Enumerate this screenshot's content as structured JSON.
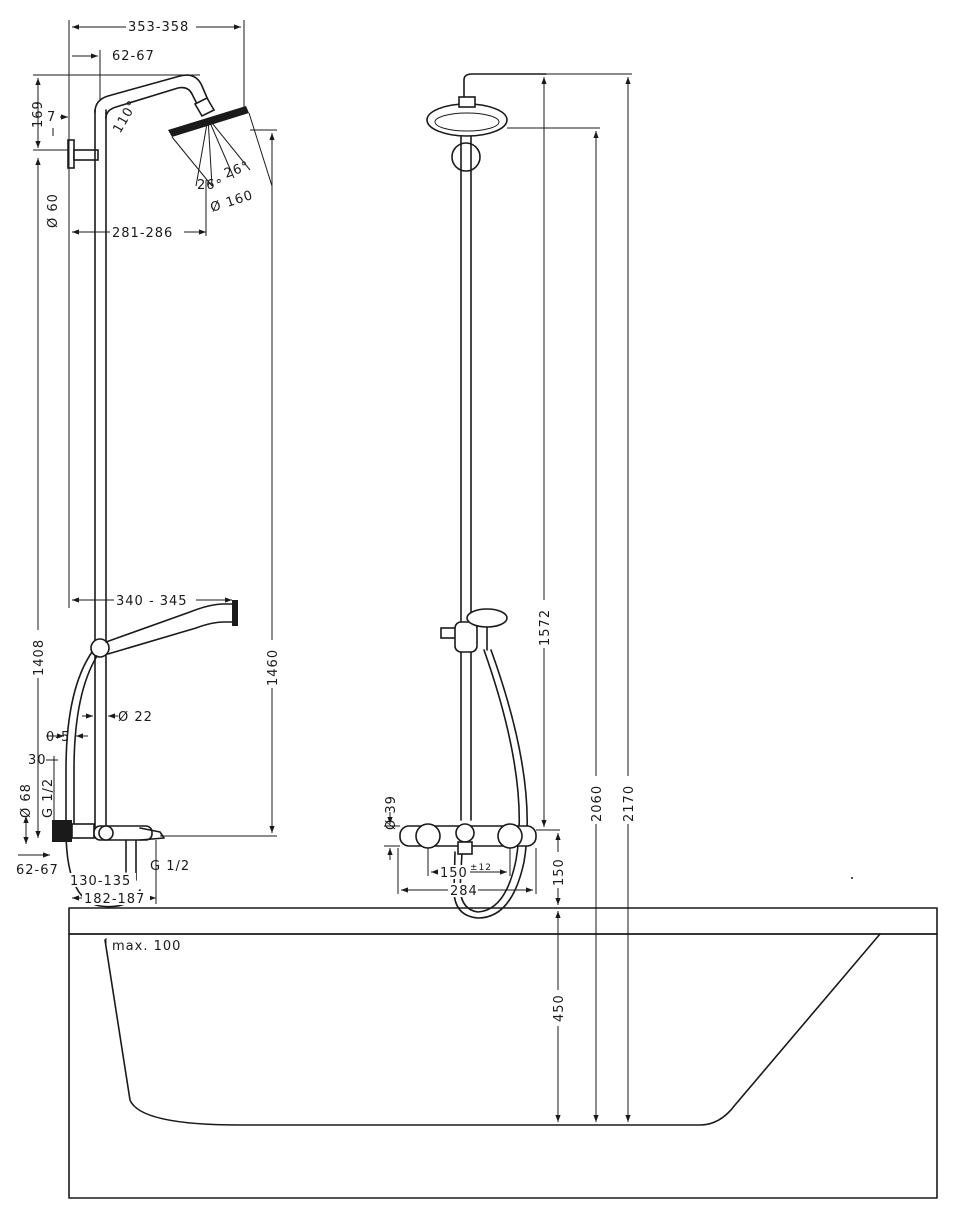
{
  "labels": {
    "w_353_358": "353-358",
    "w_62_67_top": "62-67",
    "h_169": "169",
    "h_7": "7",
    "angle_110": "110°",
    "dia_60": "Ø 60",
    "angle_26a": "26°",
    "angle_26b": "26°",
    "dia_160": "Ø 160",
    "w_281_286": "281-286",
    "w_340_345": "340 - 345",
    "h_1408": "1408",
    "h_1460": "1460",
    "dia_22": "Ø 22",
    "w_0_5": "0-5",
    "w_30": "30",
    "dia_68": "Ø 68",
    "g_half_left": "G 1/2",
    "g_half_bottom": "G 1/2",
    "w_62_67_bottom": "62-67",
    "w_130_135": "130-135",
    "w_182_187": "182-187",
    "max_100": "max. 100",
    "h_1572": "1572",
    "dia_39": "Ø 39",
    "h_2060": "2060",
    "h_2170": "2170",
    "w_150": "150",
    "tol_12": "±12",
    "h_150": "150",
    "w_284": "284",
    "h_450": "450"
  }
}
